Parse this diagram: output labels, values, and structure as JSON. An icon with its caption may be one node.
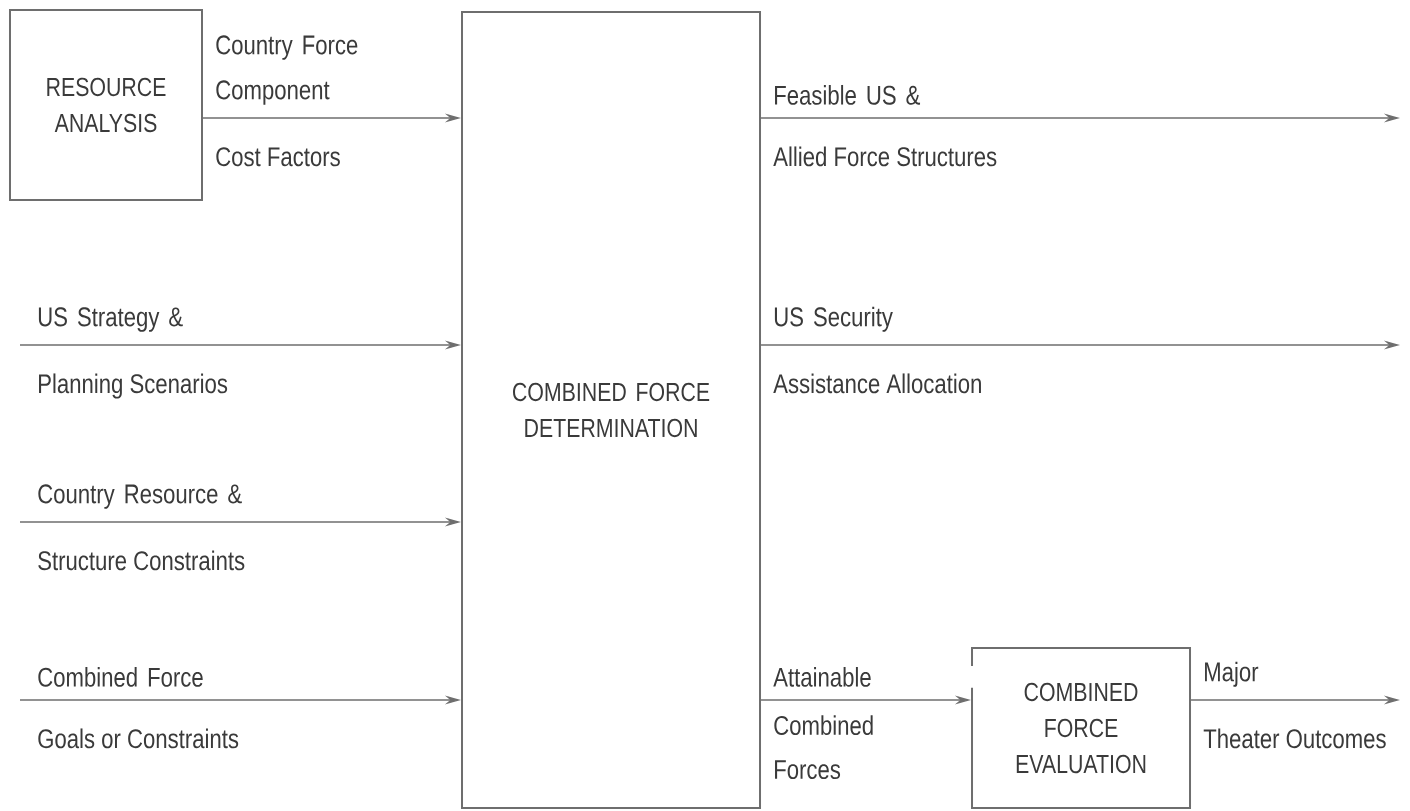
{
  "diagram": {
    "nodes": [
      {
        "text": [
          "RESOURCE ANALYSIS"
        ]
      },
      {
        "text": [
          "COMBINED FORCE DETERMINATION"
        ]
      },
      {
        "text": [
          "COMBINED FORCE EVALUATION"
        ]
      }
    ],
    "edges": [
      {
        "from": 0,
        "to": 1,
        "arrow": "to",
        "label": "Country Force Component"
      },
      {
        "from": null,
        "to": 1,
        "arrow": "to",
        "label": "US Strategy &"
      },
      {
        "from": null,
        "to": 1,
        "arrow": "to",
        "label": "Country Resource &"
      },
      {
        "from": null,
        "to": 1,
        "arrow": "to",
        "label": "Combined Force"
      },
      {
        "from": 1,
        "to": null,
        "arrow": "to",
        "label": "Feasible US &"
      },
      {
        "from": 1,
        "to": null,
        "arrow": "to",
        "label": "US Security"
      },
      {
        "from": 1,
        "to": 2,
        "arrow": "to",
        "label": "Attainable"
      },
      {
        "from": 2,
        "to": null,
        "arrow": "to",
        "label": "Major"
      }
    ],
    "labels": [
      "Cost Factors",
      "Planning Scenarios",
      "Structure Constraints",
      "Goals or Constraints",
      "Allied Force Structures",
      "Assistance Allocation",
      "Combined Forces",
      "Theater Outcomes"
    ]
  }
}
